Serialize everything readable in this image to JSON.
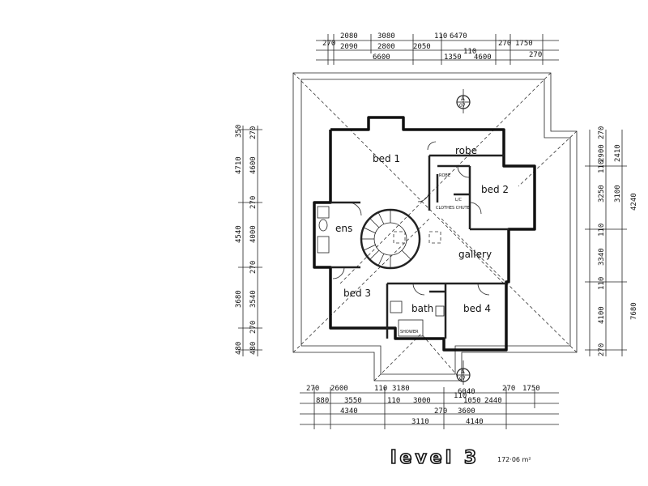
{
  "rooms": {
    "bed1": "bed 1",
    "robe": "robe",
    "bed2": "bed 2",
    "ens": "ens",
    "gallery": "gallery",
    "bed3": "bed 3",
    "bath": "bath",
    "bed4": "bed 4"
  },
  "small_labels": {
    "clothes_chute": "CLOTHES CHUTE",
    "robe_small": "ROBE",
    "lc": "L/C",
    "shower": "SHOWER"
  },
  "section_marks": {
    "top": "A",
    "top_sheet": "07",
    "bottom": "A",
    "bottom_sheet": "07"
  },
  "title": "level 3",
  "area": "172·06 m²",
  "top_dims": {
    "row1": [
      "270",
      "2080",
      "3080",
      "110",
      "6470",
      "270",
      "1750"
    ],
    "row2": [
      "2090",
      "2800",
      "2050"
    ],
    "row3": [
      "6600",
      "1350",
      "110",
      "4600",
      "270"
    ]
  },
  "bottom_dims": {
    "row1": [
      "270",
      "2600",
      "110",
      "3180",
      "6040",
      "270",
      "1750"
    ],
    "row2": [
      "880",
      "3550",
      "110",
      "3000",
      "110",
      "1050",
      "2440"
    ],
    "row3": [
      "4340",
      "270",
      "3600"
    ],
    "row4": [
      "3110",
      "4140"
    ]
  },
  "left_dims": {
    "inner": [
      "270",
      "4600",
      "270",
      "4000",
      "270",
      "3540",
      "270",
      "480"
    ],
    "outer": [
      "4710",
      "4540",
      "3680",
      "350",
      "480"
    ]
  },
  "right_dims": {
    "inner": [
      "270",
      "2900",
      "110",
      "3250",
      "110",
      "3340",
      "110",
      "4100",
      "270"
    ],
    "outer": [
      "2410",
      "3100",
      "4240",
      "7680"
    ]
  }
}
